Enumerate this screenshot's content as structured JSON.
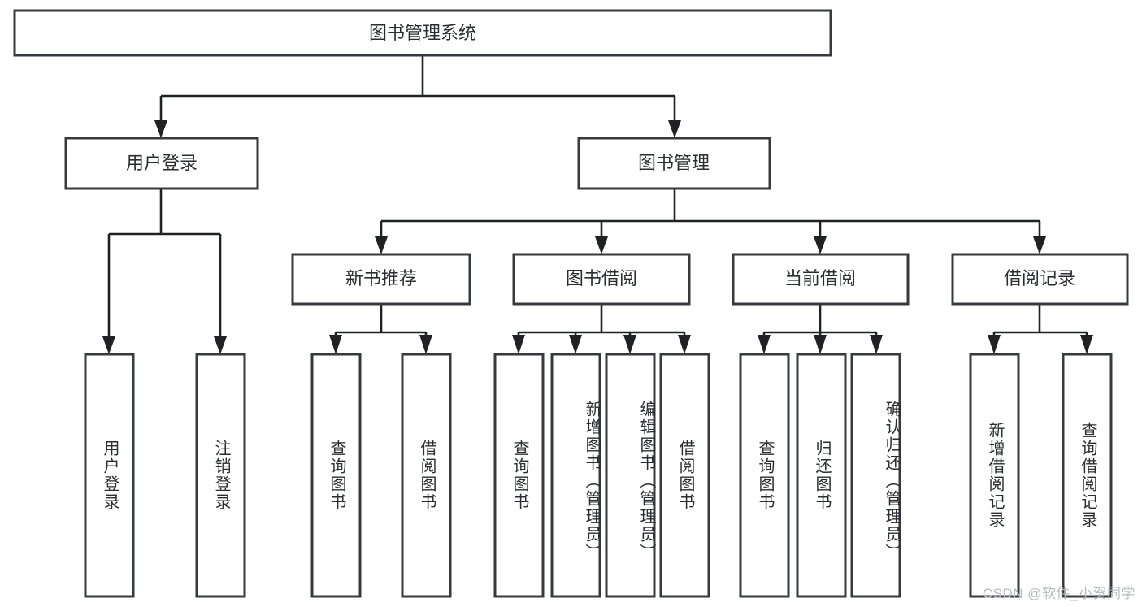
{
  "diagram": {
    "title": "图书管理系统",
    "type": "tree-hierarchy",
    "watermark": "CSDN @软件_小贺同学",
    "colors": {
      "box_stroke": "#36393d",
      "box_fill": "#ffffff",
      "edge": "#1f2124",
      "text": "#2a2d31",
      "watermark": "#b9bcc0",
      "background": "#ffffff"
    },
    "nodes": {
      "root": {
        "label": "图书管理系统"
      },
      "level2": [
        {
          "id": "user-login",
          "label": "用户登录"
        },
        {
          "id": "book-management",
          "label": "图书管理"
        }
      ],
      "level3": [
        {
          "id": "new-book-recommend",
          "label": "新书推荐"
        },
        {
          "id": "book-borrow",
          "label": "图书借阅"
        },
        {
          "id": "current-borrow",
          "label": "当前借阅"
        },
        {
          "id": "borrow-record",
          "label": "借阅记录"
        }
      ],
      "leaves": {
        "user-login": [
          {
            "id": "leaf-user-login",
            "label": "用户登录"
          },
          {
            "id": "leaf-logout-login",
            "label": "注销登录"
          }
        ],
        "new-book-recommend": [
          {
            "id": "leaf-query-book-1",
            "label": "查询图书"
          },
          {
            "id": "leaf-borrow-book-1",
            "label": "借阅图书"
          }
        ],
        "book-borrow": [
          {
            "id": "leaf-query-book-2",
            "label": "查询图书"
          },
          {
            "id": "leaf-add-book",
            "label": "新增图书（管理员）"
          },
          {
            "id": "leaf-edit-book",
            "label": "编辑图书（管理员）"
          },
          {
            "id": "leaf-borrow-book-2",
            "label": "借阅图书"
          }
        ],
        "current-borrow": [
          {
            "id": "leaf-query-book-3",
            "label": "查询图书"
          },
          {
            "id": "leaf-return-book",
            "label": "归还图书"
          },
          {
            "id": "leaf-confirm-return",
            "label": "确认归还（管理员）"
          }
        ],
        "borrow-record": [
          {
            "id": "leaf-add-borrow-record",
            "label": "新增借阅记录"
          },
          {
            "id": "leaf-query-borrow-record",
            "label": "查询借阅记录"
          }
        ]
      }
    }
  }
}
